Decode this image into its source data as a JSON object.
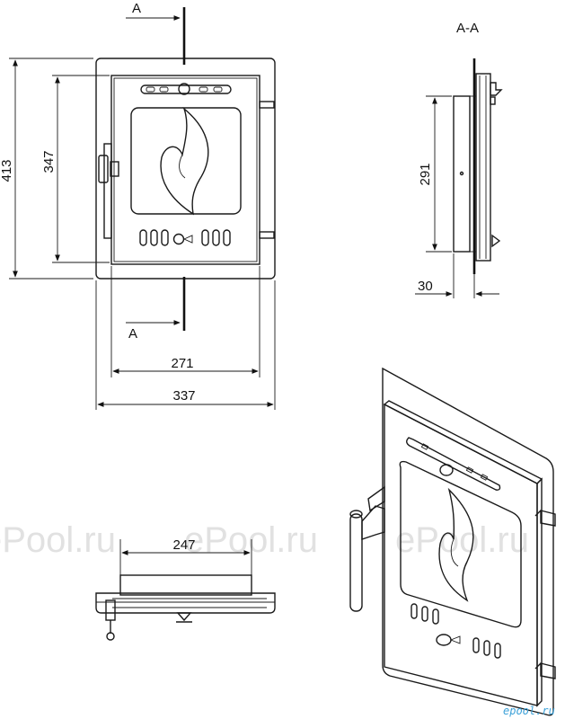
{
  "section_marker": "A",
  "section_view_title": "A-A",
  "dimensions": {
    "overall_height": "413",
    "glass_height": "347",
    "section_height": "291",
    "depth": "30",
    "inner_width": "271",
    "overall_width": "337",
    "bottom_width": "247"
  },
  "watermarks": [
    "ePool.ru",
    "ePool.ru",
    "ePool.ru"
  ],
  "logo_text": "epool.ru"
}
